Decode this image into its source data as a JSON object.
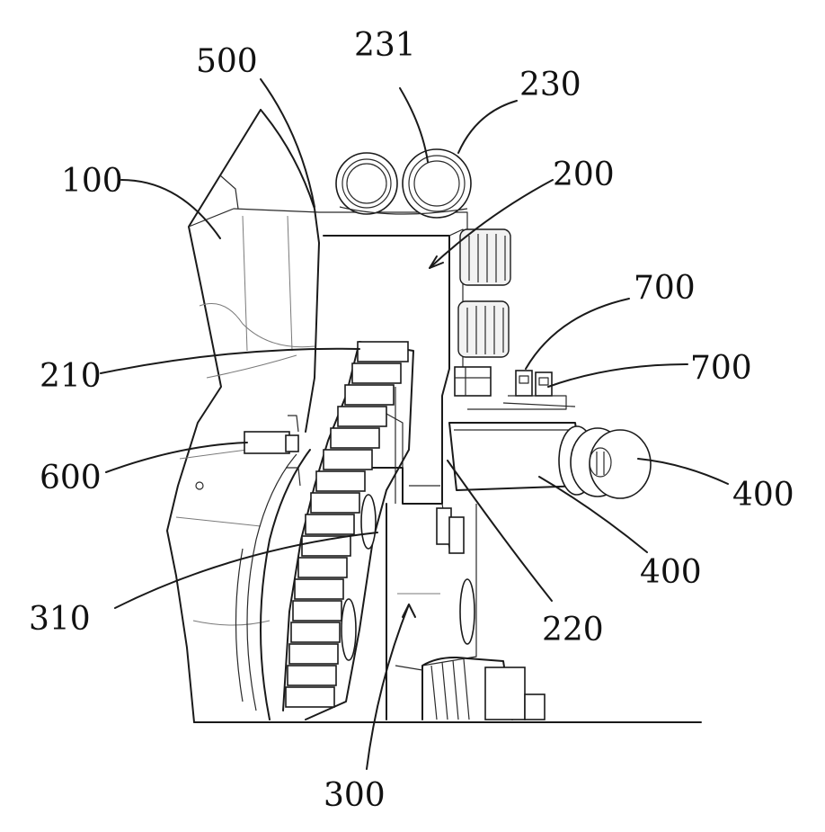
{
  "figure": {
    "labels": {
      "l100": "100",
      "l500": "500",
      "l231": "231",
      "l230": "230",
      "l200": "200",
      "l700a": "700",
      "l700b": "700",
      "l210": "210",
      "l600": "600",
      "l400a": "400",
      "l400b": "400",
      "l310": "310",
      "l220": "220",
      "l300": "300"
    }
  }
}
